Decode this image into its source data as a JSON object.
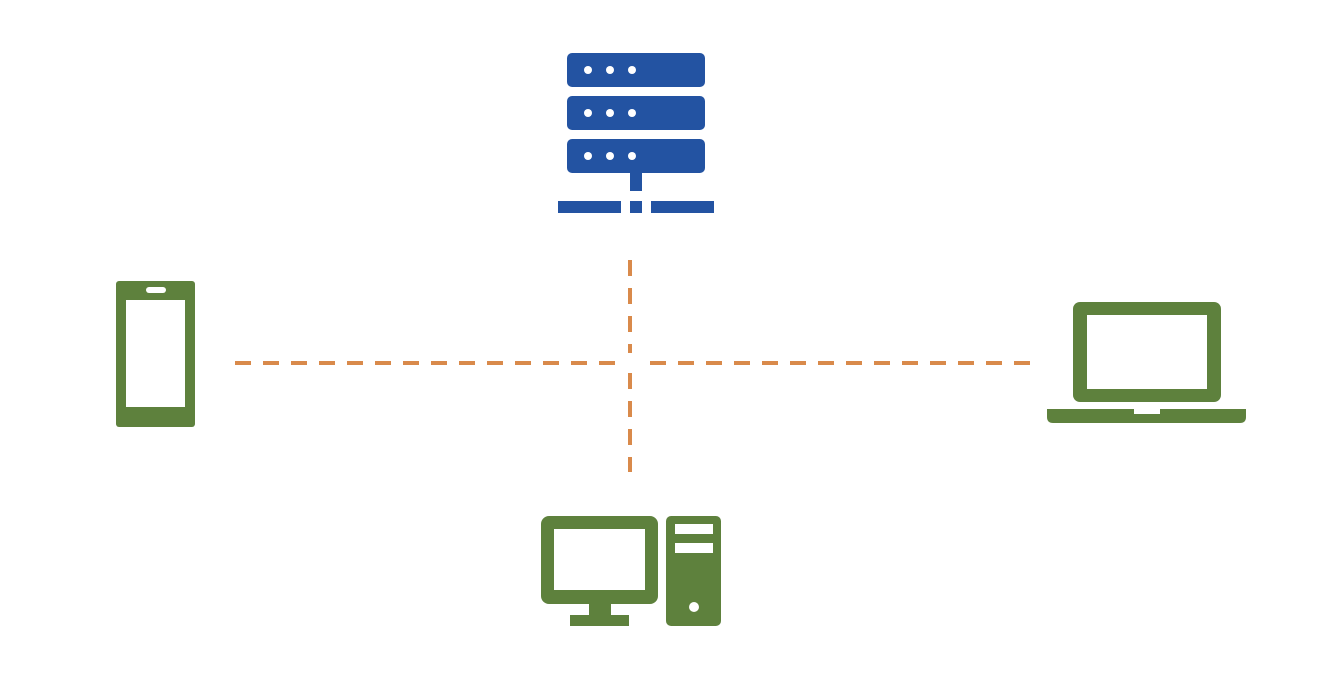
{
  "diagram": {
    "type": "network-topology",
    "nodes": [
      {
        "id": "server",
        "icon": "server-icon",
        "color": "#2353A2"
      },
      {
        "id": "phone",
        "icon": "smartphone-icon",
        "color": "#5E813D"
      },
      {
        "id": "laptop",
        "icon": "laptop-icon",
        "color": "#5E813D"
      },
      {
        "id": "desktop",
        "icon": "desktop-computer-icon",
        "color": "#5E813D"
      }
    ],
    "links": [
      {
        "from": "server",
        "to": "hub",
        "style": "dashed"
      },
      {
        "from": "phone",
        "to": "hub",
        "style": "dashed"
      },
      {
        "from": "laptop",
        "to": "hub",
        "style": "dashed"
      },
      {
        "from": "desktop",
        "to": "hub",
        "style": "dashed"
      }
    ],
    "colors": {
      "server": "#2353A2",
      "device": "#5E813D",
      "link": "#D98A4B",
      "background": "#FFFFFF"
    }
  }
}
